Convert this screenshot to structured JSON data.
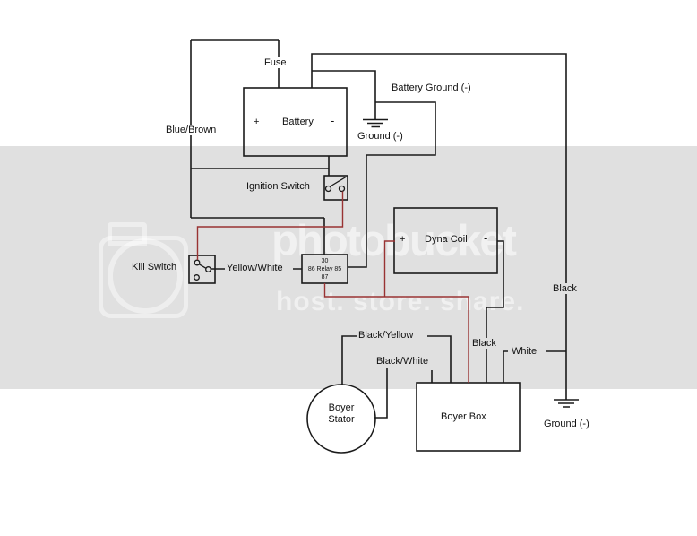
{
  "watermark": {
    "brand": "photobucket",
    "tagline": "host. store. share."
  },
  "labels": {
    "fuse": "Fuse",
    "blue_brown": "Blue/Brown",
    "battery_plus": "+",
    "battery_name": "Battery",
    "battery_minus": "-",
    "battery_ground": "Battery Ground (-)",
    "ground_top": "Ground (-)",
    "ignition_switch": "Ignition Switch",
    "kill_switch": "Kill Switch",
    "yellow_white": "Yellow/White",
    "relay_line1": "30",
    "relay_line2": "86 Relay 85",
    "relay_line3": "87",
    "dyna_plus": "+",
    "dyna_name": "Dyna Coil",
    "dyna_minus": "-",
    "black_right": "Black",
    "black_yellow": "Black/Yellow",
    "black_white": "Black/White",
    "black_bottom": "Black",
    "white": "White",
    "stator_line1": "Boyer",
    "stator_line2": "Stator",
    "boyer_box": "Boyer Box",
    "ground_bottom": "Ground (-)"
  },
  "colors": {
    "wire_black": "#1a1a1a",
    "wire_red": "#993333",
    "band_gray": "#e0e0e0",
    "background": "#ffffff"
  }
}
